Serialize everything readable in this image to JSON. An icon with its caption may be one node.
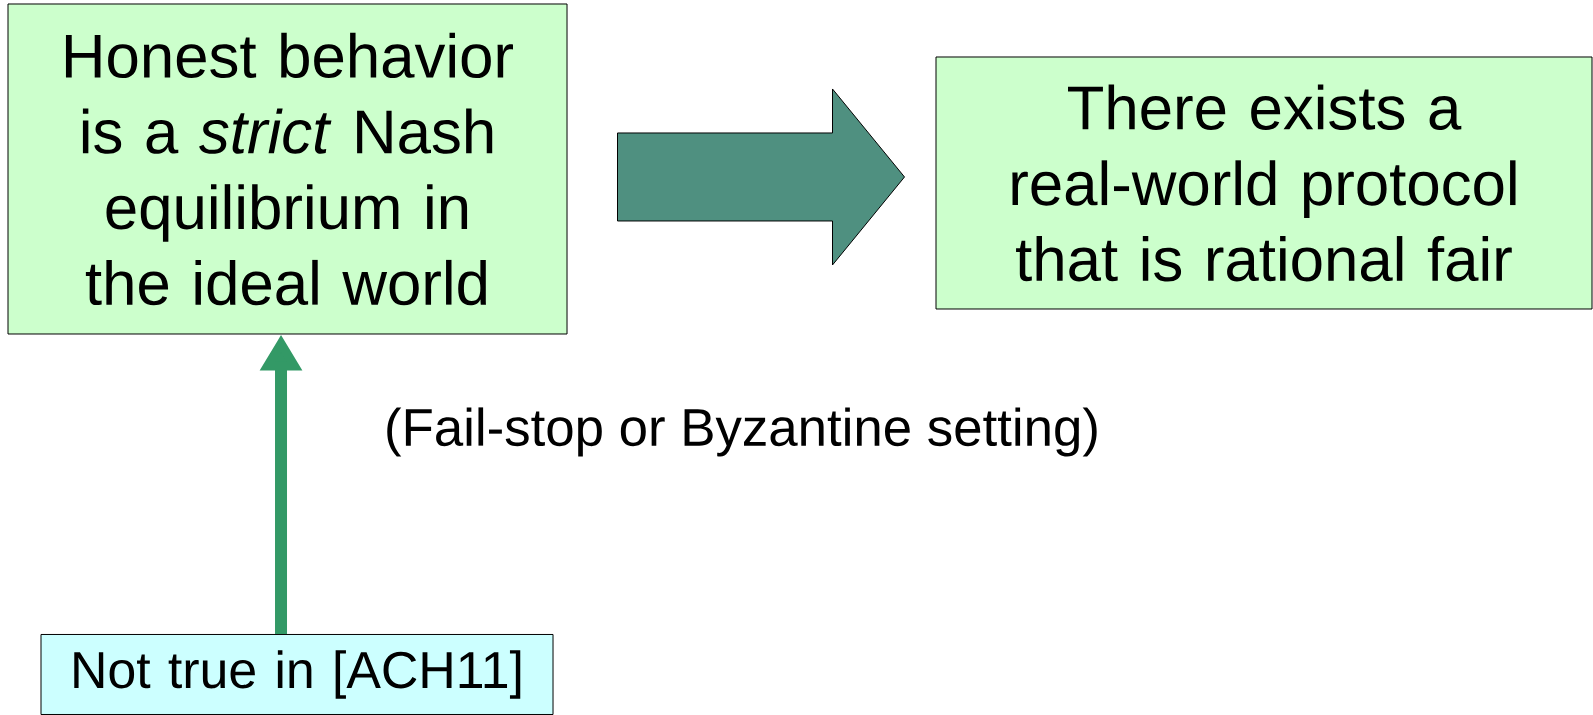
{
  "diagram": {
    "nodes": [
      {
        "text": [
          "Honest behavior is a *strict* Nash equilibrium in the ideal world"
        ]
      },
      {
        "text": [
          "There exists a real-world protocol that is rational fair"
        ]
      },
      {
        "text": [
          "Not true in [ACH11]"
        ]
      }
    ],
    "edges": [
      {
        "from": 0,
        "to": 1,
        "arrow": "to",
        "style": "thick",
        "color": "#4f9080"
      },
      {
        "from": 2,
        "to": 0,
        "arrow": "to",
        "color": "#339966"
      }
    ],
    "labels": [
      "(Fail-stop or Byzantine setting)"
    ]
  }
}
